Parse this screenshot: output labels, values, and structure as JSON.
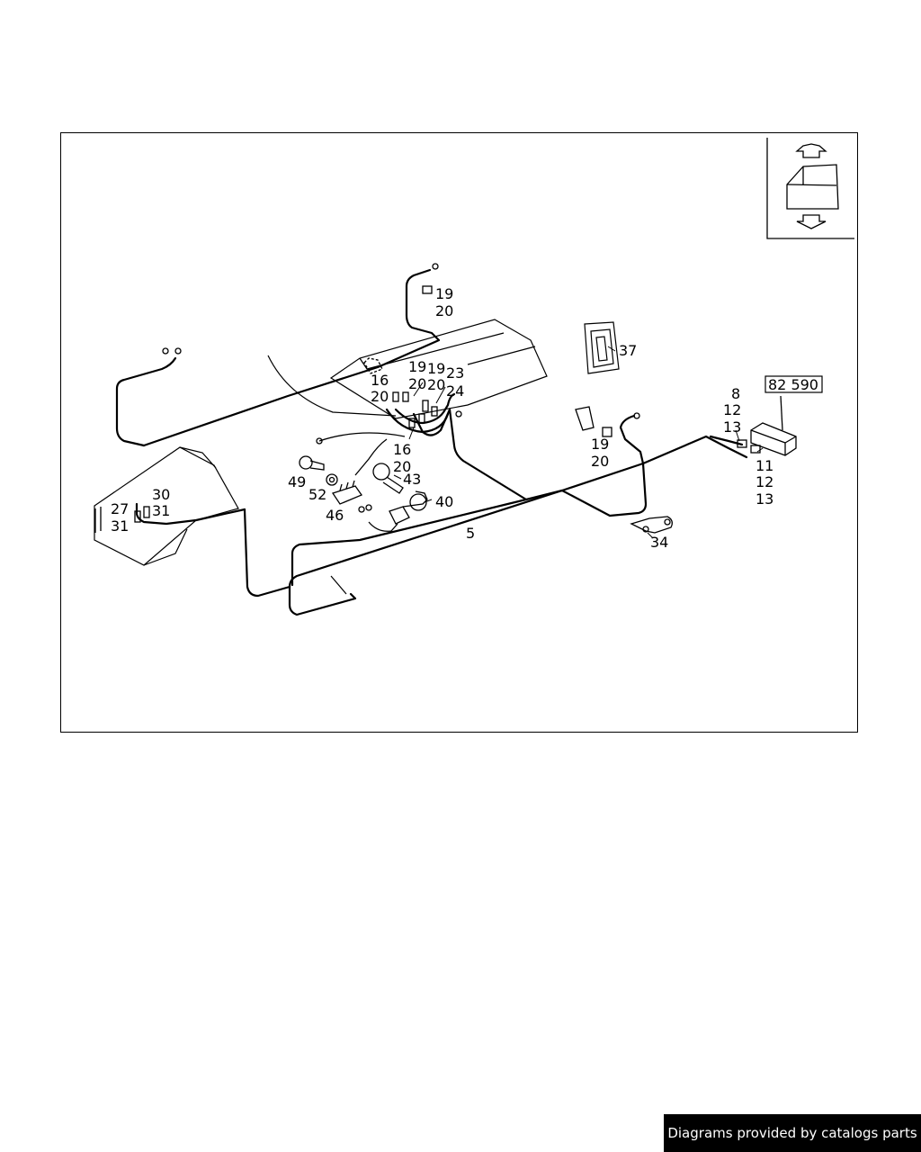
{
  "diagram": {
    "reference_number": "82 590",
    "part_labels": [
      {
        "id": "l19a",
        "text": "19"
      },
      {
        "id": "l20a",
        "text": "20"
      },
      {
        "id": "l37",
        "text": "37"
      },
      {
        "id": "l16a",
        "text": "16"
      },
      {
        "id": "l20b",
        "text": "20"
      },
      {
        "id": "l19b",
        "text": "19"
      },
      {
        "id": "l20c",
        "text": "20"
      },
      {
        "id": "l19c",
        "text": "19"
      },
      {
        "id": "l20d",
        "text": "20"
      },
      {
        "id": "l23",
        "text": "23"
      },
      {
        "id": "l24",
        "text": "24"
      },
      {
        "id": "l8",
        "text": "8"
      },
      {
        "id": "l12a",
        "text": "12"
      },
      {
        "id": "l13a",
        "text": "13"
      },
      {
        "id": "l16b",
        "text": "16"
      },
      {
        "id": "l20e",
        "text": "20"
      },
      {
        "id": "l43",
        "text": "43"
      },
      {
        "id": "l19d",
        "text": "19"
      },
      {
        "id": "l20f",
        "text": "20"
      },
      {
        "id": "l11",
        "text": "11"
      },
      {
        "id": "l12b",
        "text": "12"
      },
      {
        "id": "l13b",
        "text": "13"
      },
      {
        "id": "l49",
        "text": "49"
      },
      {
        "id": "l52",
        "text": "52"
      },
      {
        "id": "l30",
        "text": "30"
      },
      {
        "id": "l31a",
        "text": "31"
      },
      {
        "id": "l27",
        "text": "27"
      },
      {
        "id": "l31b",
        "text": "31"
      },
      {
        "id": "l46",
        "text": "46"
      },
      {
        "id": "l40",
        "text": "40"
      },
      {
        "id": "l5",
        "text": "5"
      },
      {
        "id": "l34",
        "text": "34"
      }
    ]
  },
  "footer": {
    "text": "Diagrams provided by catalogs parts"
  }
}
